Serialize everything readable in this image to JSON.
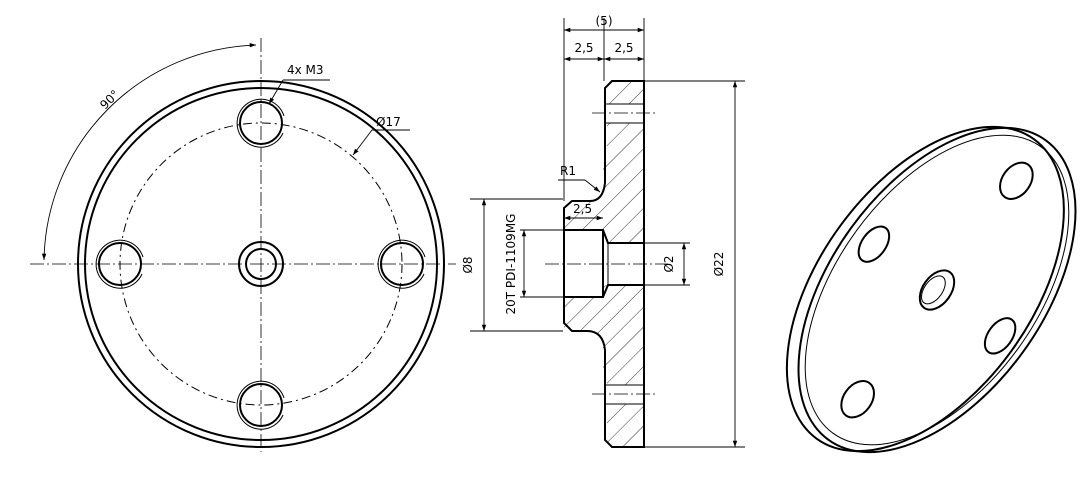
{
  "drawing": {
    "front_view": {
      "hole_callout": "4x M3",
      "pitch_circle_diameter": "Ø17",
      "angle": "90°"
    },
    "section_view": {
      "total_thickness": "(5)",
      "flange_thickness": "2,5",
      "hub_thickness": "2,5",
      "fillet_radius": "R1",
      "hub_length": "2,5",
      "hub_diameter": "Ø8",
      "bore_diameter": "Ø2",
      "outer_diameter": "Ø22",
      "thread_note": "20T PDI-1109MG"
    }
  }
}
